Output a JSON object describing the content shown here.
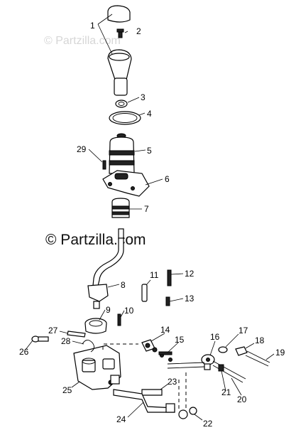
{
  "watermarks": {
    "top": "© Partzilla.com",
    "middle": "© Partzilla.com"
  },
  "callouts": [
    "1",
    "2",
    "3",
    "4",
    "5",
    "6",
    "7",
    "8",
    "9",
    "10",
    "11",
    "12",
    "13",
    "14",
    "15",
    "16",
    "17",
    "18",
    "19",
    "20",
    "21",
    "22",
    "23",
    "24",
    "25",
    "26",
    "27",
    "28",
    "29"
  ]
}
